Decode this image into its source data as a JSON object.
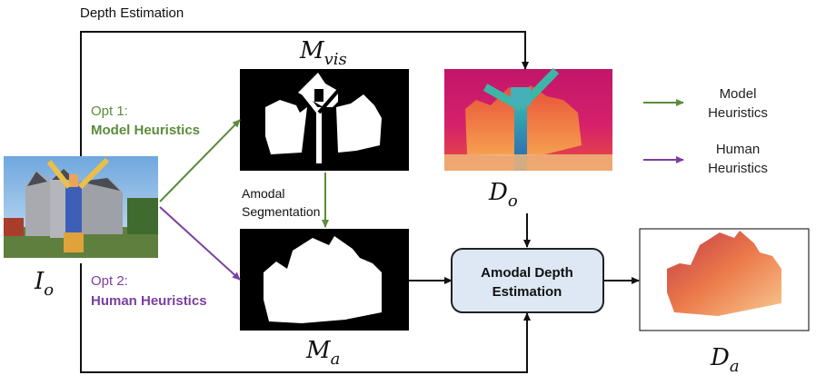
{
  "labels": {
    "depth_estimation": "Depth Estimation",
    "amodal_segmentation_line1": "Amodal",
    "amodal_segmentation_line2": "Segmentation",
    "opt1_prefix": "Opt 1:",
    "opt1_name": "Model Heuristics",
    "opt2_prefix": "Opt 2:",
    "opt2_name": "Human Heuristics",
    "amodal_depth_line1": "Amodal Depth",
    "amodal_depth_line2": "Estimation"
  },
  "math": {
    "m_vis_base": "M",
    "m_vis_sub": "vis",
    "m_a_base": "M",
    "m_a_sub": "a",
    "d_o_base": "D",
    "d_o_sub": "o",
    "i_o_base": "I",
    "i_o_sub": "o",
    "d_a_base": "D",
    "d_a_sub": "a"
  },
  "legend": {
    "model_line1": "Model",
    "model_line2": "Heuristics",
    "human_line1": "Human",
    "human_line2": "Heuristics"
  },
  "colors": {
    "model_green": "#5b8c3a",
    "human_purple": "#7a3fa0",
    "process_box_fill": "#dde8f4",
    "process_box_stroke": "#222222",
    "arrow_black": "#111111"
  }
}
